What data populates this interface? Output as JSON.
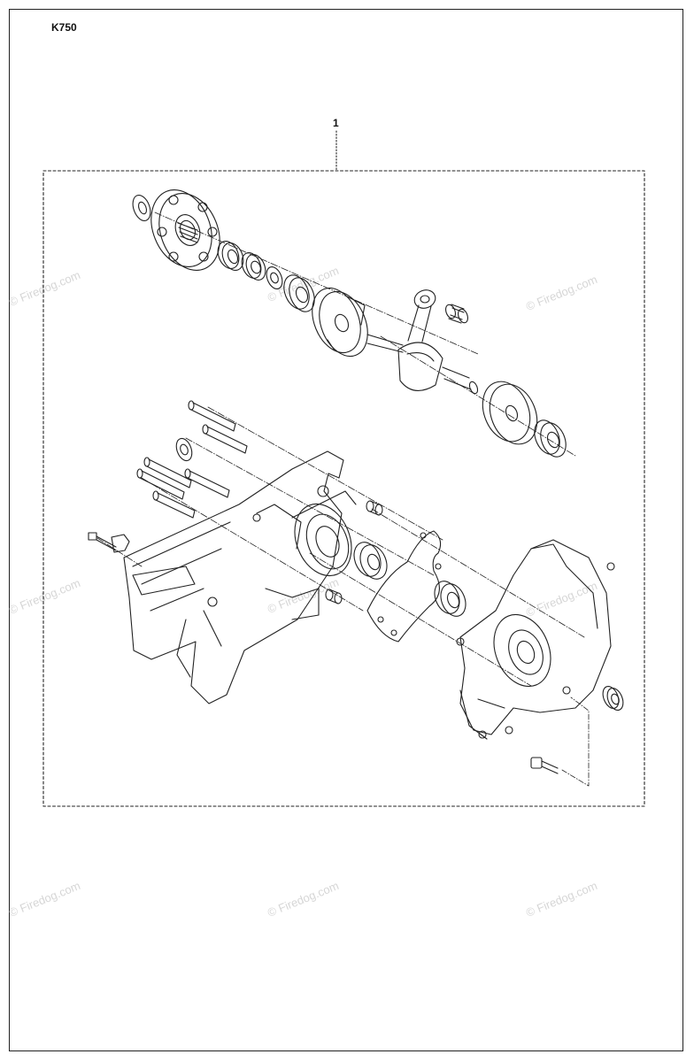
{
  "model": "K750",
  "callout_number": "1",
  "watermark_text": "© Firedog.com",
  "line_color": "#222222",
  "watermark_color": "#d6d6d6",
  "watermarks": [
    {
      "id": "wm-1",
      "text": "© Firedog.com"
    },
    {
      "id": "wm-2",
      "text": "© Firedog.com"
    },
    {
      "id": "wm-3",
      "text": "© Firedog.com"
    },
    {
      "id": "wm-4",
      "text": "© Firedog.com"
    },
    {
      "id": "wm-5",
      "text": "© Firedog.com"
    },
    {
      "id": "wm-6",
      "text": "© Firedog.com"
    },
    {
      "id": "wm-7",
      "text": "© Firedog.com"
    },
    {
      "id": "wm-8",
      "text": "© Firedog.com"
    },
    {
      "id": "wm-9",
      "text": "© Firedog.com"
    }
  ]
}
